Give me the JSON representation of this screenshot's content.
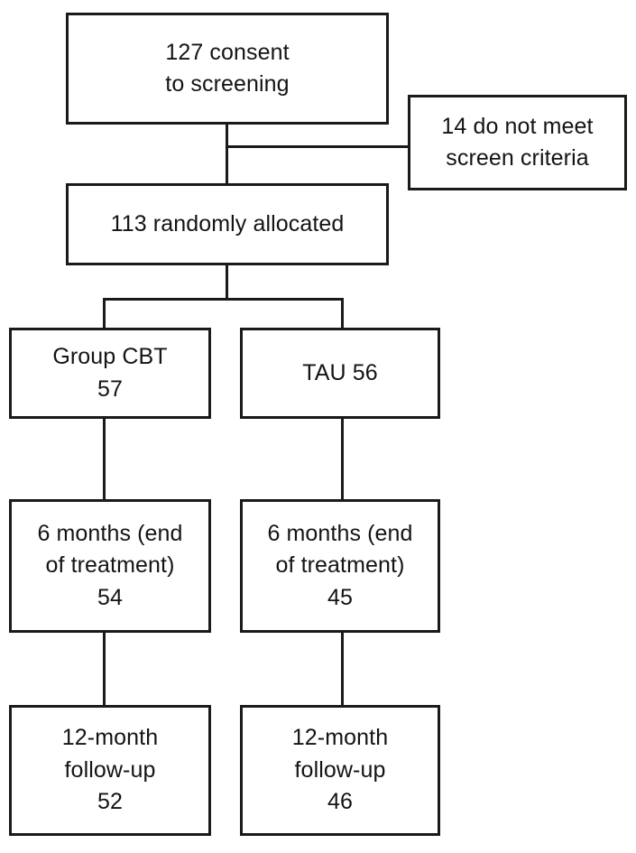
{
  "diagram": {
    "title": "CONSORT participant flow diagram",
    "line_color": "#1a1a1a",
    "text_color": "#141414",
    "background": "#ffffff",
    "nodes": [
      {
        "id": "consent",
        "name": "consent-to-screening-box",
        "text": "127 consent\nto screening",
        "count": 127,
        "label": "consent to screening"
      },
      {
        "id": "excluded",
        "name": "screen-failure-box",
        "text": "14 do not meet\nscreen criteria",
        "count": 14,
        "label": "do not meet screen criteria"
      },
      {
        "id": "allocated",
        "name": "randomly-allocated-box",
        "text": "113 randomly allocated",
        "count": 113,
        "label": "randomly allocated"
      },
      {
        "id": "cbt",
        "name": "group-cbt-arm-box",
        "text": "Group CBT\n57",
        "count": 57,
        "label": "Group CBT"
      },
      {
        "id": "tau",
        "name": "tau-arm-box",
        "text": "TAU 56",
        "count": 56,
        "label": "TAU"
      },
      {
        "id": "cbt-6m",
        "name": "group-cbt-6-month-box",
        "text": "6 months (end\nof treatment)\n54",
        "count": 54,
        "label": "6 months (end of treatment)"
      },
      {
        "id": "tau-6m",
        "name": "tau-6-month-box",
        "text": "6 months (end\nof treatment)\n45",
        "count": 45,
        "label": "6 months (end of treatment)"
      },
      {
        "id": "cbt-12m",
        "name": "group-cbt-12-month-box",
        "text": "12-month\nfollow-up\n52",
        "count": 52,
        "label": "12-month follow-up"
      },
      {
        "id": "tau-12m",
        "name": "tau-12-month-box",
        "text": "12-month\nfollow-up\n46",
        "count": 46,
        "label": "12-month follow-up"
      }
    ]
  },
  "chart_data": {
    "type": "diagram",
    "title": "CONSORT participant flow diagram",
    "stages": [
      {
        "stage": "Consent to screening",
        "arm": "all",
        "n": 127
      },
      {
        "stage": "Do not meet screen criteria",
        "arm": "excluded",
        "n": 14
      },
      {
        "stage": "Randomly allocated",
        "arm": "all",
        "n": 113
      },
      {
        "stage": "Allocation",
        "arm": "Group CBT",
        "n": 57
      },
      {
        "stage": "Allocation",
        "arm": "TAU",
        "n": 56
      },
      {
        "stage": "6 months (end of treatment)",
        "arm": "Group CBT",
        "n": 54
      },
      {
        "stage": "6 months (end of treatment)",
        "arm": "TAU",
        "n": 45
      },
      {
        "stage": "12-month follow-up",
        "arm": "Group CBT",
        "n": 52
      },
      {
        "stage": "12-month follow-up",
        "arm": "TAU",
        "n": 46
      }
    ]
  }
}
